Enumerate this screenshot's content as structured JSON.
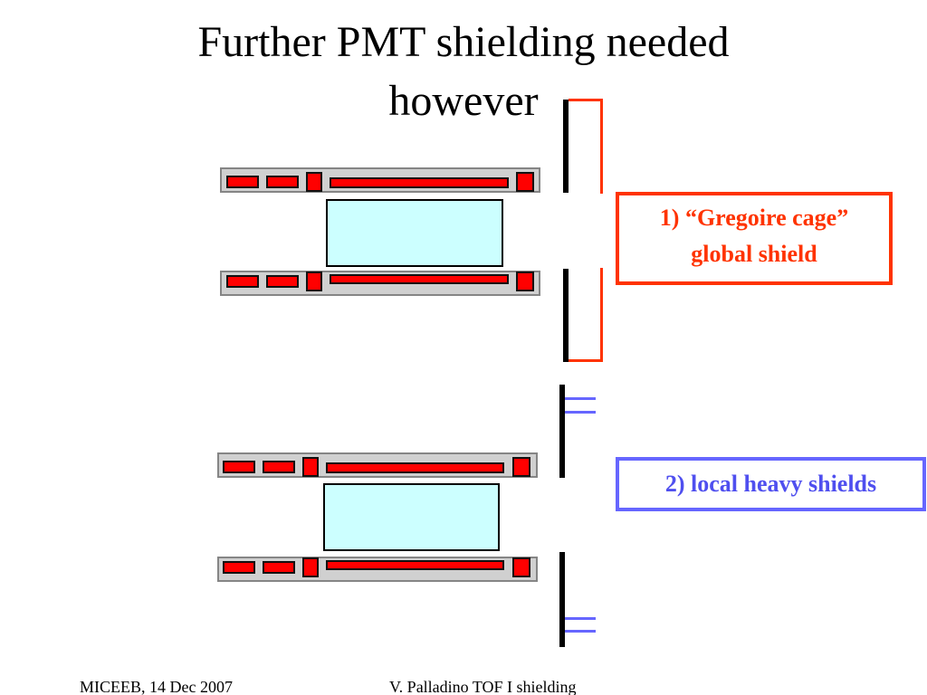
{
  "title": {
    "line1": "Further PMT shielding needed",
    "line2": "however"
  },
  "labels": {
    "global_shield": {
      "line1": "1) “Gregoire cage”",
      "line2": "global shield"
    },
    "local_shields": "2) local heavy shields"
  },
  "footer": {
    "left": "MICEEB, 14 Dec 2007",
    "center": "V. Palladino TOF I shielding"
  },
  "colors": {
    "global_shield": "#ff3300",
    "local_shields_border": "#6666ff",
    "local_shields_text": "#4f4fef",
    "rail": "#d0d0d0",
    "segment": "#ff0000",
    "box": "#ccffff"
  }
}
